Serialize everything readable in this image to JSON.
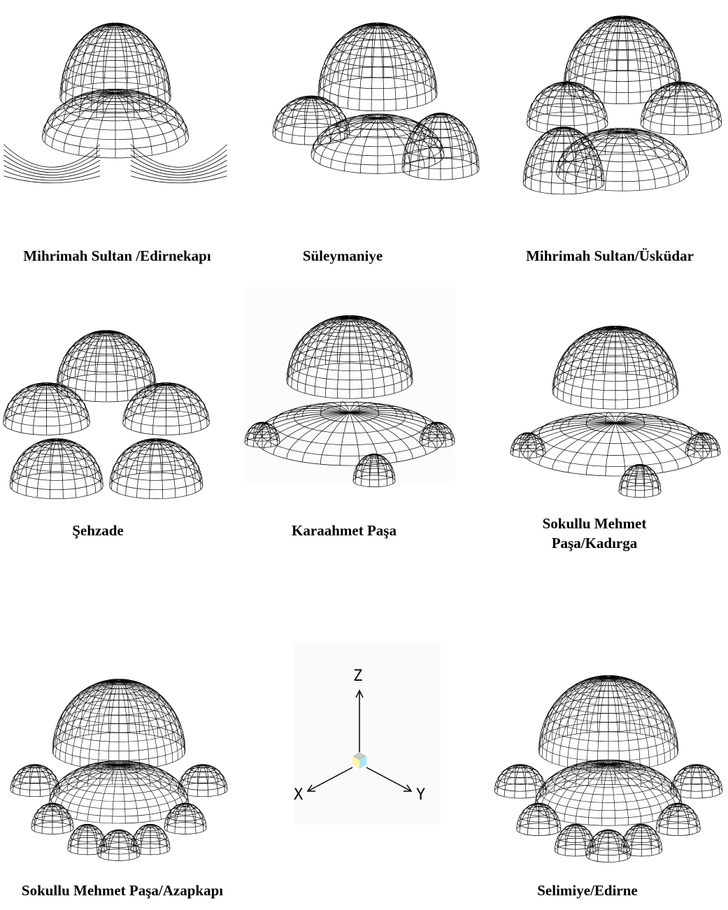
{
  "figure": {
    "captions": {
      "mihrimah_edirnekapi": "Mihrimah  Sultan /Edirnekapı",
      "suleymaniye": "Süleymaniye",
      "mihrimah_uskudar": "Mihrimah Sultan/Üsküdar",
      "sehzade": "Şehzade",
      "karaahmet": "Karaahmet Paşa",
      "sokullu_kadirga_line1": "Sokullu Mehmet",
      "sokullu_kadirga_line2": "Paşa/Kadırga",
      "sokullu_azapkapi": "Sokullu Mehmet Paşa/Azapkapı",
      "selimiye": "Selimiye/Edirne"
    },
    "axis_triad": {
      "z": "Z",
      "x": "X",
      "y": "Y"
    }
  }
}
